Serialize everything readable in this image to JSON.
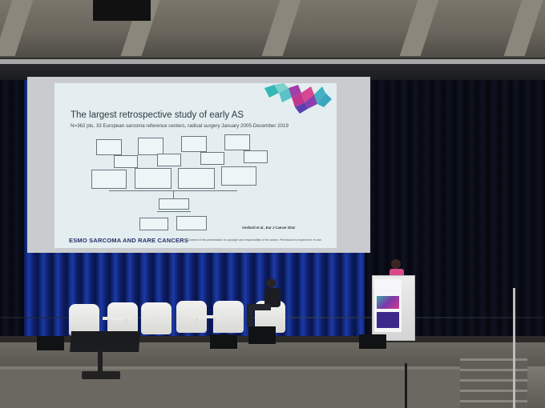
{
  "slide": {
    "title": "The largest retrospective study of early AS",
    "subtitle": "N=362 pts, 33 European sarcoma reference centers, radical surgery January 2005-December 2019",
    "citation": "Cesfardi et al., Eur J Cancer 2022",
    "footer": "Content of this presentation is copyright and responsibility of the author. Permission is required for re-use.",
    "logo": "ESMO SARCOMA AND RARE CANCERS"
  },
  "colors": {
    "slide_background": "#e4eef0",
    "title_text": "#2e3a44",
    "curtain_blue": "#1c3aa8",
    "chair_white": "#f2f2f0",
    "podium_accent": "#3b2a8a"
  }
}
